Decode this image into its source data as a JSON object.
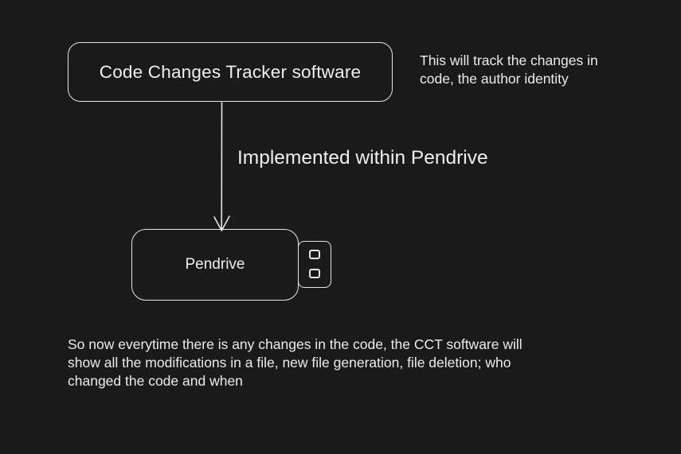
{
  "theme": {
    "canvas_background": "#1a1a1a",
    "stroke_color": "#e6e6e6",
    "text_color": "#ececec"
  },
  "diagram": {
    "software_box": {
      "label": "Code Changes Tracker software"
    },
    "software_note": "This will track the changes in\ncode, the author identity",
    "arrow_label": "Implemented within Pendrive",
    "pendrive": {
      "label": "Pendrive"
    },
    "footer_note": "So now everytime there is any changes in the code, the CCT software will\nshow all the modifications in a file, new file generation, file deletion; who\nchanged the code and when"
  }
}
